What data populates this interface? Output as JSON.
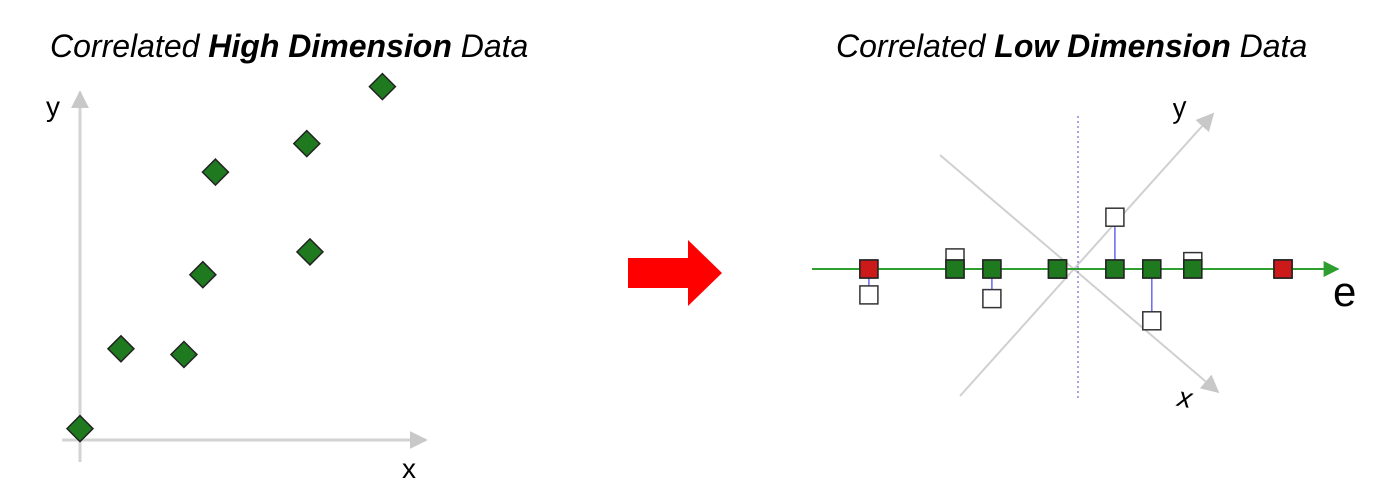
{
  "left_panel": {
    "title": {
      "prefix": "Correlated ",
      "emphasis": "High Dimension",
      "suffix": " Data"
    },
    "x_label": "x",
    "y_label": "y",
    "points": [
      {
        "x": 0.0,
        "y": 0.2
      },
      {
        "x": 1.3,
        "y": 1.6
      },
      {
        "x": 3.3,
        "y": 1.5
      },
      {
        "x": 3.9,
        "y": 2.9
      },
      {
        "x": 4.3,
        "y": 4.7
      },
      {
        "x": 7.3,
        "y": 3.3
      },
      {
        "x": 7.2,
        "y": 5.2
      },
      {
        "x": 9.6,
        "y": 6.2
      }
    ]
  },
  "right_panel": {
    "title": {
      "prefix": "Correlated ",
      "emphasis": "Low Dimension",
      "suffix": " Data"
    },
    "x_label": "x",
    "y_label": "y",
    "e_label": "e",
    "projected_points": [
      {
        "e": -5.1,
        "offset": -0.7,
        "endpoint": true
      },
      {
        "e": -3.0,
        "offset": 0.3,
        "endpoint": false
      },
      {
        "e": -2.1,
        "offset": -0.8,
        "endpoint": false
      },
      {
        "e": -0.5,
        "offset": 0.0,
        "endpoint": false
      },
      {
        "e": 0.9,
        "offset": 1.4,
        "endpoint": false
      },
      {
        "e": 1.8,
        "offset": -1.4,
        "endpoint": false
      },
      {
        "e": 2.8,
        "offset": 0.2,
        "endpoint": false
      },
      {
        "e": 5.0,
        "offset": 0.0,
        "endpoint": true
      }
    ]
  },
  "colors": {
    "point_fill": "#1f7a1f",
    "endpoint_fill": "#cc1a1a",
    "arrow": "#ff0000",
    "e_axis": "#2e9e2e",
    "projection_line": "#6666ee",
    "axis_gray": "#c8c8c8"
  }
}
